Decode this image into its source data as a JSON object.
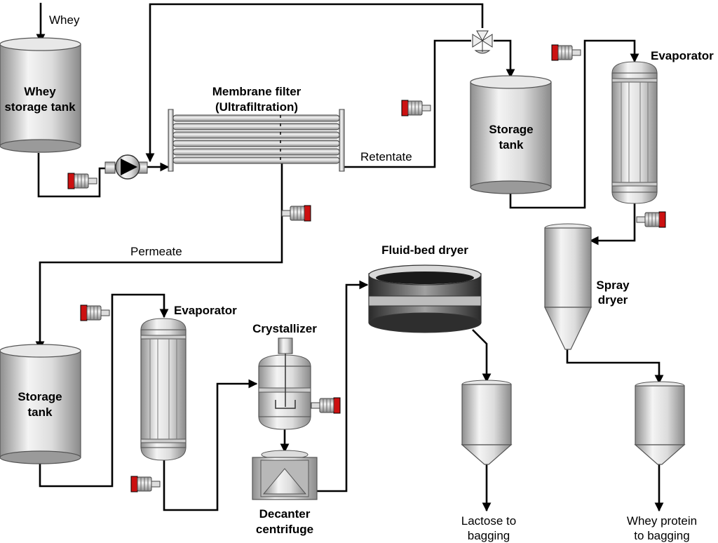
{
  "labels": {
    "whey": "Whey",
    "whey_tank_1": "Whey",
    "whey_tank_2": "storage tank",
    "membrane_1": "Membrane filter",
    "membrane_2": "(Ultrafiltration)",
    "retentate": "Retentate",
    "permeate": "Permeate",
    "storage_tank_top_1": "Storage",
    "storage_tank_top_2": "tank",
    "evaporator_top": "Evaporator",
    "spray_dryer_1": "Spray",
    "spray_dryer_2": "dryer",
    "storage_tank_bottom_1": "Storage",
    "storage_tank_bottom_2": "tank",
    "evaporator_bottom": "Evaporator",
    "crystallizer": "Crystallizer",
    "fluid_bed_dryer": "Fluid-bed dryer",
    "decanter_1": "Decanter",
    "decanter_2": "centrifuge",
    "lactose_1": "Lactose to",
    "lactose_2": "bagging",
    "whey_protein_1": "Whey protein",
    "whey_protein_2": "to bagging"
  },
  "colors": {
    "line": "#000000",
    "equipment_light": "#f2f2f2",
    "equipment_dark": "#8c8c8c",
    "motor_red": "#cc1111"
  }
}
